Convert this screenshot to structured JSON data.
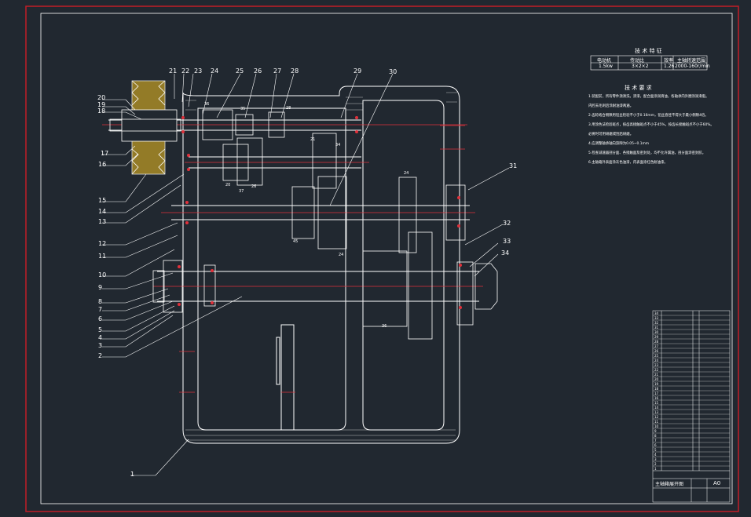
{
  "drawing": {
    "part_numbers": [
      "1",
      "2",
      "3",
      "4",
      "5",
      "6",
      "7",
      "8",
      "9",
      "10",
      "11",
      "12",
      "13",
      "14",
      "15",
      "16",
      "17",
      "18",
      "19",
      "20",
      "21",
      "22",
      "23",
      "24",
      "25",
      "26",
      "27",
      "28",
      "29",
      "30",
      "31",
      "32",
      "33",
      "34"
    ],
    "callouts": [
      "36",
      "35",
      "28",
      "21",
      "34",
      "20",
      "37",
      "26",
      "24",
      "45",
      "24",
      "36"
    ],
    "colors": {
      "background": "#212830",
      "frame": "#c21e27",
      "line": "#ffffff",
      "center": "#e0303a"
    }
  },
  "spec_table": {
    "title": "技 术 特 征",
    "headers": [
      "电动机",
      "传动比",
      "效率",
      "主轴转速范围"
    ],
    "values": [
      "1.5kw",
      "3×2×2",
      "1.26",
      "2000-160r/min"
    ]
  },
  "tech_req": {
    "title": "技 术 要 求",
    "lines": [
      "1.装配前，所有零件须清洗，渗漆，配合面涂润滑油，各轴承内外圈涂润滑脂。",
      "  内腔去毛刺后涂耐油漆两遍。",
      "2.齿轮啮合侧隙用铅丝检验不小于0.16mm，铅丝直径不得大于最小侧隙4倍。",
      "3.用涂色法检验斑点，按齿高接触斑点不小于45%，按齿长接触斑点不小于60%。",
      "  必要时可用研磨或刮后研磨。",
      "4.应调整轴承轴向游隙为0.05~0.1mm",
      "5.检查减速器剖分面、各接触面及密封处，均不允许漏油，剖分面涂密封胶。",
      "6.主轴箱外表面涂灰色油漆，内表面涂红色耐油漆。"
    ]
  },
  "bom": {
    "rows": [
      "34",
      "33",
      "32",
      "31",
      "30",
      "29",
      "28",
      "27",
      "26",
      "25",
      "24",
      "23",
      "22",
      "21",
      "20",
      "19",
      "18",
      "17",
      "16",
      "15",
      "14",
      "13",
      "12",
      "11",
      "10",
      "9",
      "8",
      "7",
      "6",
      "5",
      "4",
      "3",
      "2",
      "1"
    ],
    "title": "主轴箱展开图",
    "scale": "A0"
  }
}
